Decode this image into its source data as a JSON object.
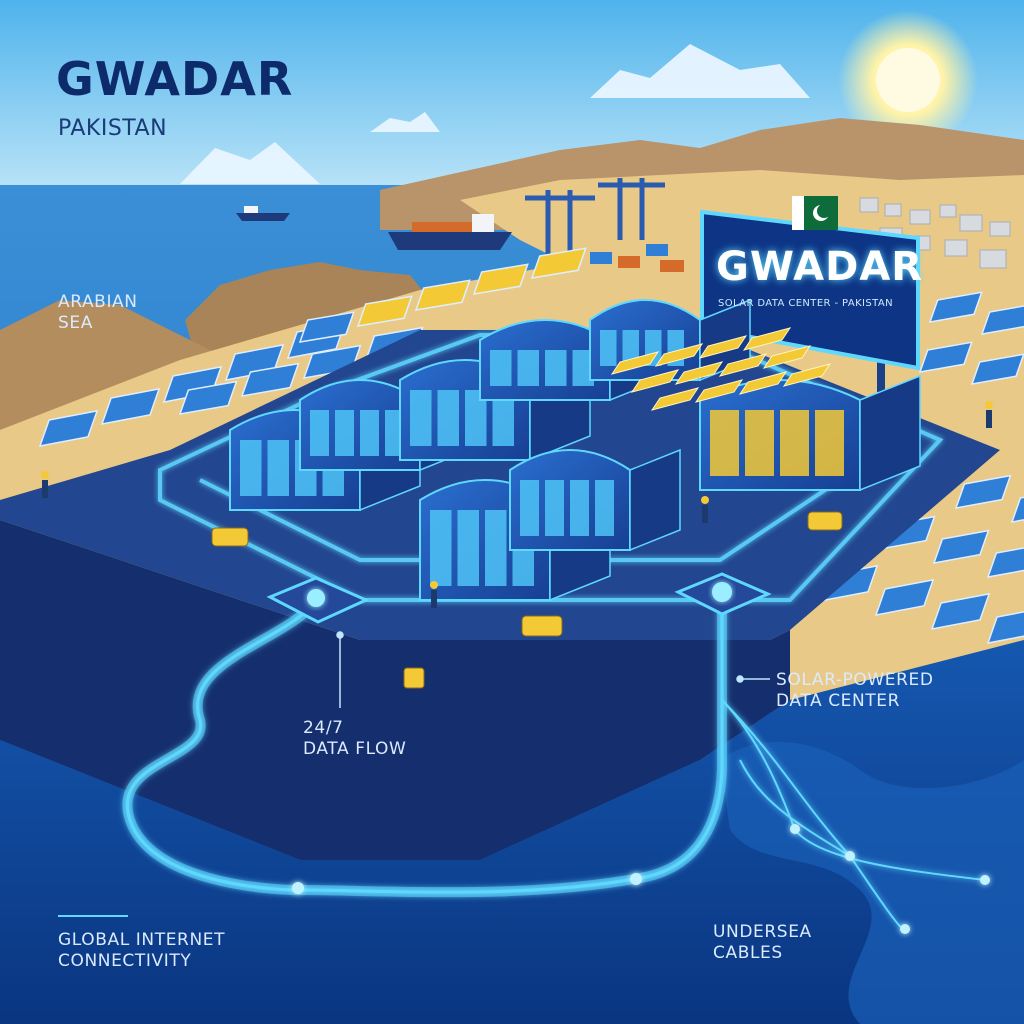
{
  "title": {
    "main": "GWADAR",
    "sub": "PAKISTAN"
  },
  "sign": {
    "title": "GWADAR",
    "subtitle": "SOLAR DATA CENTER - PAKISTAN"
  },
  "labels": {
    "sea": [
      "ARABIAN",
      "SEA"
    ],
    "flow": [
      "24/7",
      "DATA FLOW"
    ],
    "solar": [
      "SOLAR-POWERED",
      "DATA CENTER"
    ],
    "global": [
      "GLOBAL INTERNET",
      "CONNECTIVITY"
    ],
    "cables": [
      "UNDERSEA",
      "CABLES"
    ]
  },
  "colors": {
    "sky_top": "#4fb3ec",
    "sky_bottom": "#bfe6f8",
    "sea": "#1d6fc4",
    "deep_sea": "#0b3a86",
    "sand": "#e9c987",
    "rock": "#a88458",
    "platform": "#1c3f8a",
    "building": "#1f58b8",
    "glow": "#5fd8ff",
    "solar_panel": "#2f7fd6",
    "yellow_panel": "#f3c936",
    "title": "#0d2a6b"
  },
  "icons": [
    "sun-icon",
    "pakistan-flag-icon",
    "cargo-ship-icon",
    "crane-icon",
    "solar-panel-icon",
    "fiber-node-icon",
    "worker-icon",
    "vehicle-icon"
  ]
}
